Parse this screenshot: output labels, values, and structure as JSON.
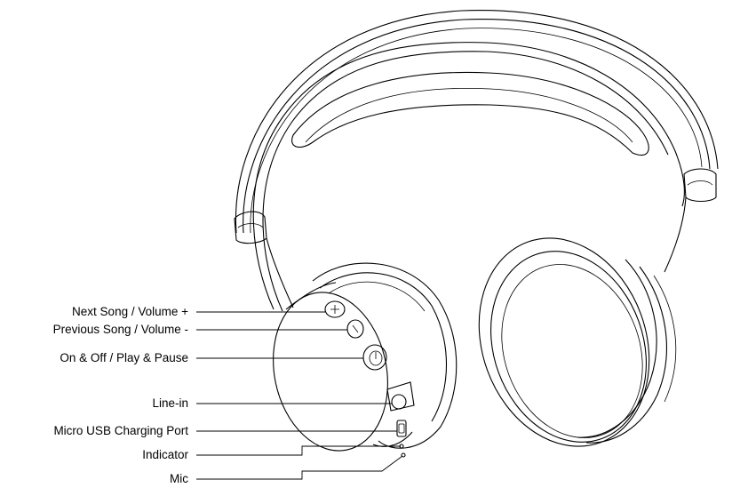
{
  "callouts": [
    {
      "id": "next-song-volume-up",
      "text": "Next Song / Volume +"
    },
    {
      "id": "previous-song-volume-down",
      "text": "Previous Song / Volume -"
    },
    {
      "id": "on-off-play-pause",
      "text": "On & Off / Play & Pause"
    },
    {
      "id": "line-in",
      "text": "Line-in"
    },
    {
      "id": "micro-usb-charging-port",
      "text": "Micro USB Charging Port"
    },
    {
      "id": "indicator",
      "text": "Indicator"
    },
    {
      "id": "mic",
      "text": "Mic"
    }
  ],
  "colors": {
    "line": "#000000",
    "background": "#ffffff"
  }
}
